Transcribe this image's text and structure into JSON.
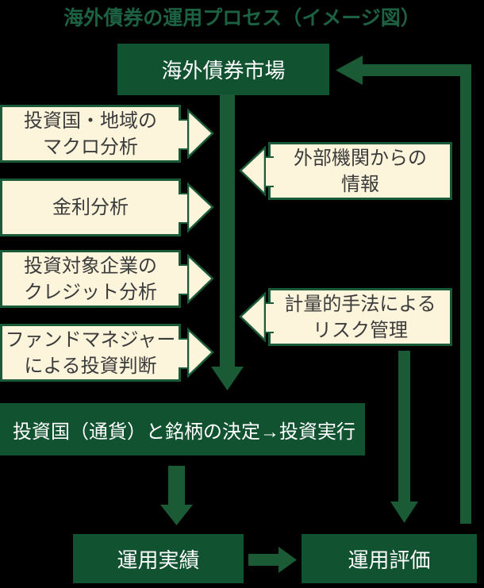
{
  "title": "海外債券の運用プロセス（イメージ図）",
  "colors": {
    "bg": "#000000",
    "green_box": "#115230",
    "green_arrow": "#1A5A34",
    "green_border": "#1A5A38",
    "green_title": "#1C6242",
    "cream": "#FCF5DC",
    "text_dark": "#3B3B3B",
    "text_light": "#FFFFFF"
  },
  "market": {
    "label": "海外債券市場"
  },
  "steps": [
    {
      "line1": "投資国・地域の",
      "line2": "マクロ分析"
    },
    {
      "line1": "金利分析",
      "line2": ""
    },
    {
      "line1": "投資対象企業の",
      "line2": "クレジット分析"
    },
    {
      "line1": "ファンドマネジャー",
      "line2": "による投資判断"
    }
  ],
  "inputs": [
    {
      "line1": "外部機関からの",
      "line2": "情報"
    },
    {
      "line1": "計量的手法による",
      "line2": "リスク管理"
    }
  ],
  "decision": {
    "label": "投資国（通貨）と銘柄の決定→投資実行"
  },
  "result": {
    "label": "運用実績"
  },
  "evaluation": {
    "label": "運用評価"
  }
}
